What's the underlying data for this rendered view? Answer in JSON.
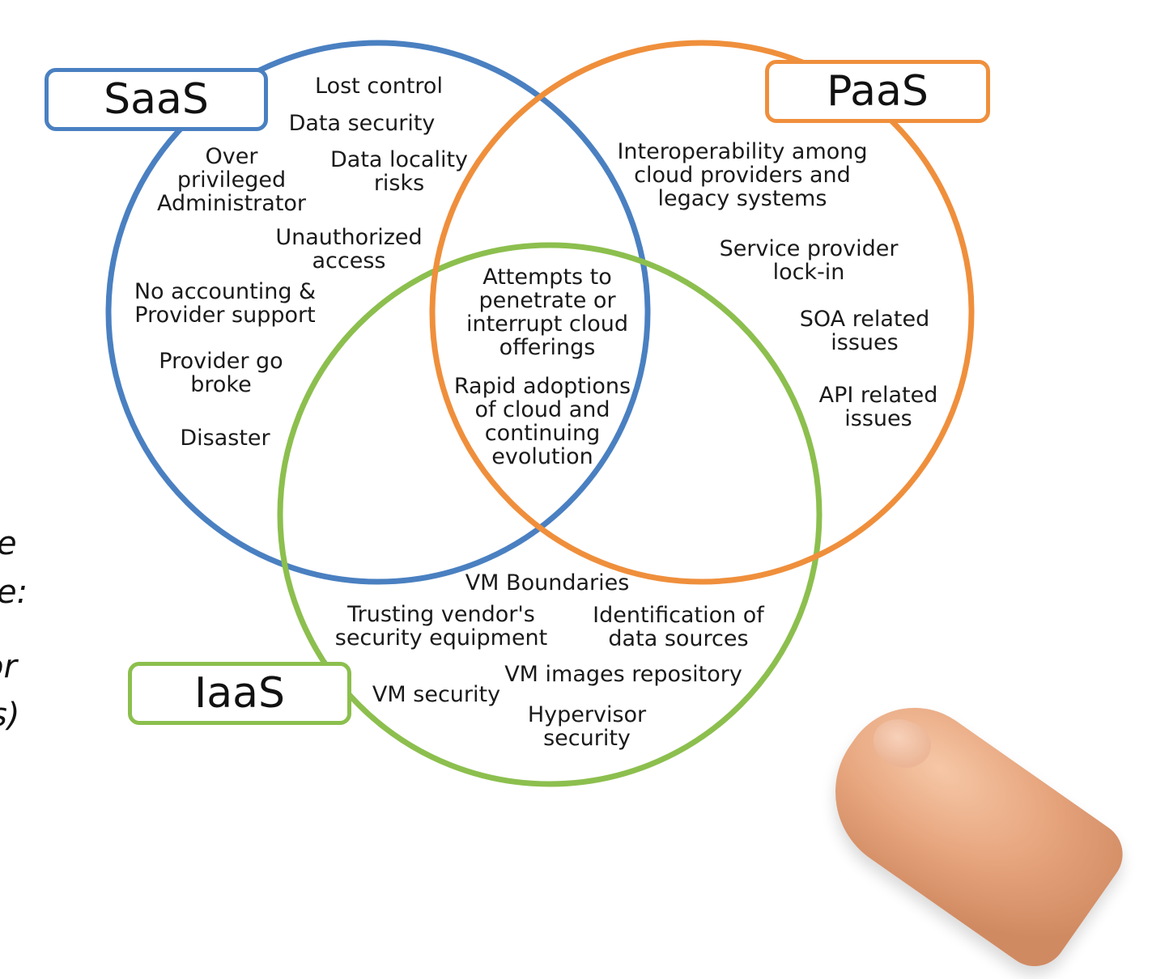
{
  "colors": {
    "saas": "#4a80c1",
    "paas": "#ef8f3c",
    "iaas": "#8cbf4e"
  },
  "categories": {
    "saas": "SaaS",
    "paas": "PaaS",
    "iaas": "IaaS"
  },
  "edge_text": [
    "e",
    "e:",
    "or",
    "s)"
  ],
  "items": {
    "lost_control": "Lost control",
    "data_security": "Data security",
    "data_locality": "Data locality\nrisks",
    "over_privileged": "Over\nprivileged\nAdministrator",
    "unauthorized": "Unauthorized\naccess",
    "no_accounting": "No accounting &\nProvider support",
    "provider_broke": "Provider go\nbroke",
    "disaster": "Disaster",
    "interoperability": "Interoperability among\ncloud providers and\nlegacy systems",
    "lock_in": "Service provider\nlock-in",
    "soa": "SOA related\nissues",
    "api": "API related\nissues",
    "attempts": "Attempts to\npenetrate or\ninterrupt cloud\nofferings",
    "rapid": "Rapid adoptions\nof cloud and\ncontinuing\nevolution",
    "vm_boundaries": "VM Boundaries",
    "trusting_vendor": "Trusting vendor's\nsecurity equipment",
    "identification": "Identification of\ndata sources",
    "vm_images": "VM images repository",
    "vm_security": "VM security",
    "hypervisor": "Hypervisor\nsecurity"
  }
}
